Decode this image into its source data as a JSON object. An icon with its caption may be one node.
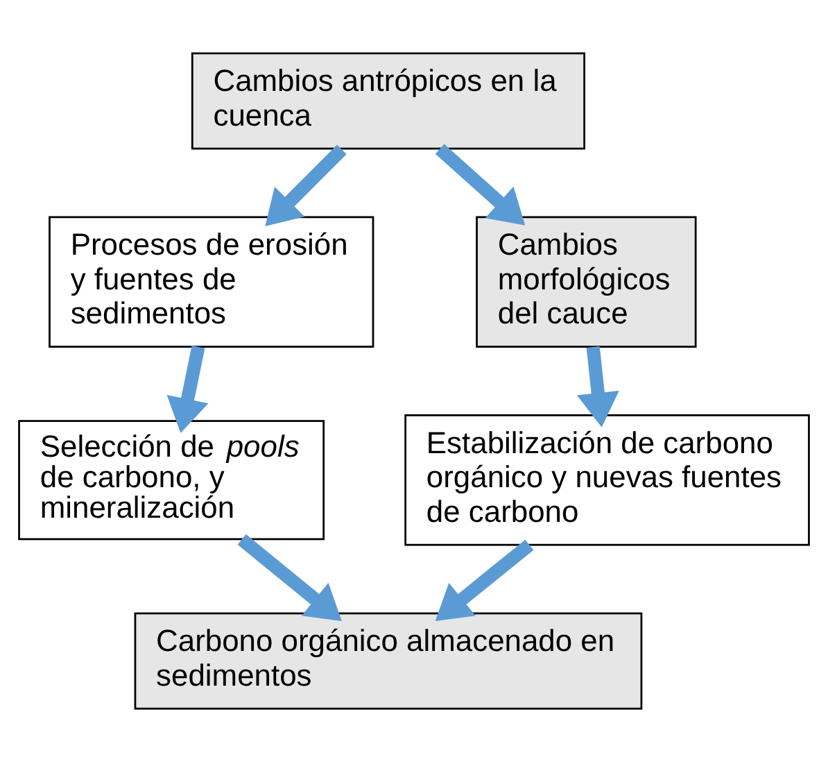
{
  "diagram": {
    "nodes": [
      {
        "text": [
          "Cambios antrópicos en la cuenca"
        ]
      },
      {
        "text": [
          "Procesos de erosión y fuentes de sedimentos"
        ]
      },
      {
        "text": [
          "Cambios morfológicos del cauce"
        ]
      },
      {
        "text": [
          "Selección de *pools* de carbono, y mineralización"
        ]
      },
      {
        "text": [
          "Estabilización de carbono orgánico y nuevas fuentes de carbono"
        ]
      },
      {
        "text": [
          "Carbono orgánico almacenado en sedimentos"
        ]
      }
    ],
    "edges": [
      {
        "from": 0,
        "to": 1,
        "arrow": "to"
      },
      {
        "from": 0,
        "to": 2,
        "arrow": "to"
      },
      {
        "from": 1,
        "to": 3,
        "arrow": "to"
      },
      {
        "from": 2,
        "to": 4,
        "arrow": "to"
      },
      {
        "from": 3,
        "to": 5,
        "arrow": "to"
      },
      {
        "from": 4,
        "to": 5,
        "arrow": "to"
      }
    ]
  }
}
